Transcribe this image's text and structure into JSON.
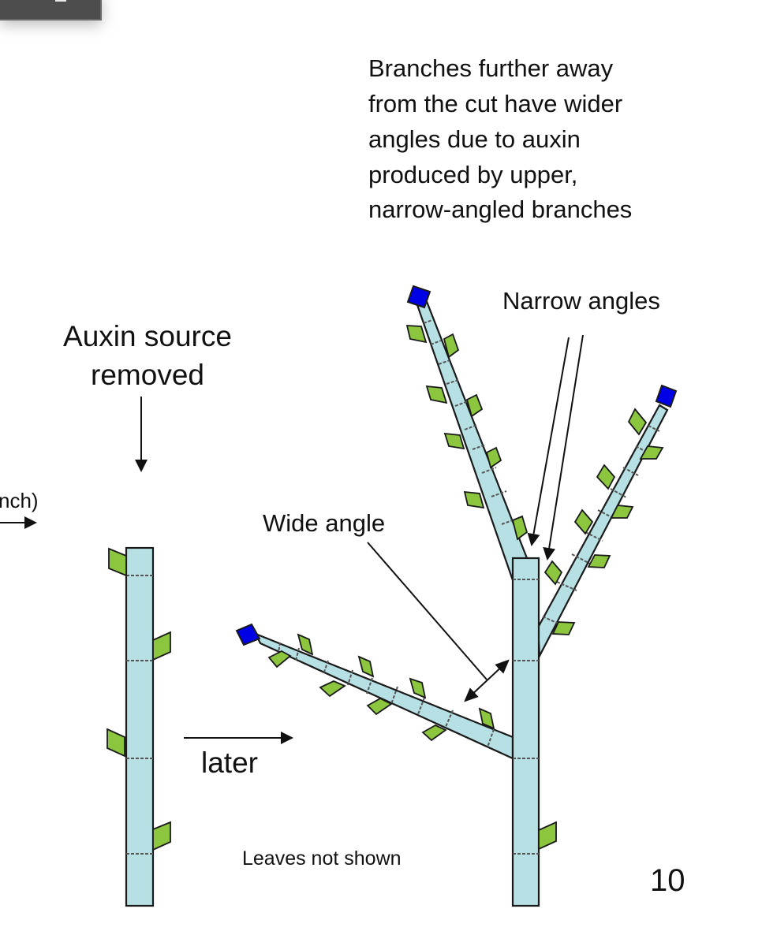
{
  "slide_number": "10",
  "labels": {
    "caption_lines": [
      "Branches further away",
      "from the cut have wider",
      "angles due to auxin",
      "produced by upper,",
      "narrow-angled branches"
    ],
    "auxin_source_lines": [
      "Auxin source",
      "removed"
    ],
    "cut_off_label": "nch)",
    "later": "later",
    "narrow_angles": "Narrow angles",
    "wide_angle": "Wide angle",
    "leaves_not_shown": "Leaves not shown"
  },
  "colors": {
    "stem_fill": "#b6e0e4",
    "leaf_fill": "#8cc63f",
    "bud_fill": "#0000e6",
    "outline": "#1a1a1a",
    "text": "#111111",
    "corner_box": "#4d4d4d"
  },
  "icons": {
    "arrow": "arrow-icon",
    "bud": "apical-bud-icon",
    "leaf": "leaf-icon"
  }
}
